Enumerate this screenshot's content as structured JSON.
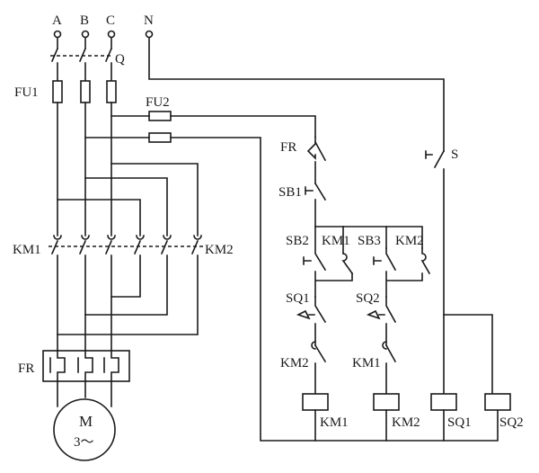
{
  "labels": {
    "phase_a": "A",
    "phase_b": "B",
    "phase_c": "C",
    "neutral": "N",
    "q": "Q",
    "fu1": "FU1",
    "fu2": "FU2",
    "km1_main": "KM1",
    "km2_main": "KM2",
    "fr_main": "FR",
    "motor_m": "M",
    "motor_phase": "3～",
    "fr_ctrl": "FR",
    "sb1": "SB1",
    "s": "S",
    "sb2": "SB2",
    "km1_aux": "KM1",
    "sb3": "SB3",
    "km2_aux": "KM2",
    "sq1_contact": "SQ1",
    "sq2_contact": "SQ2",
    "km2_interlock": "KM2",
    "km1_interlock": "KM1",
    "coil_km1": "KM1",
    "coil_km2": "KM2",
    "coil_sq1": "SQ1",
    "coil_sq2": "SQ2"
  }
}
